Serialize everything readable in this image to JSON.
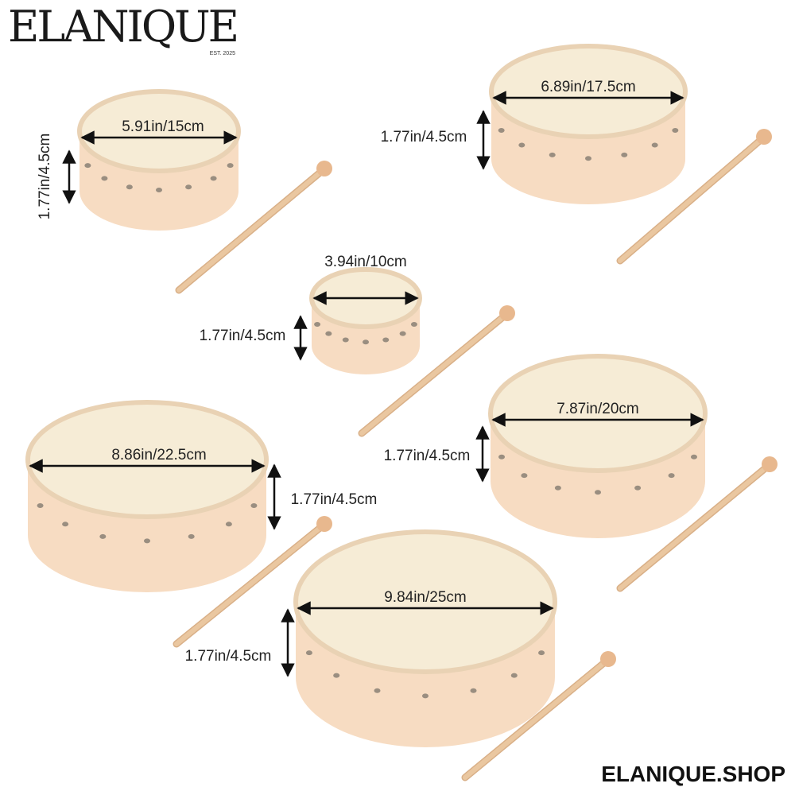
{
  "brand": {
    "logo": "ELANIQUE",
    "est": "EST. 2025",
    "shop": "ELANIQUE.SHOP"
  },
  "drums": [
    {
      "diameter": "5.91in/15cm",
      "height": "1.77in/4.5cm"
    },
    {
      "diameter": "6.89in/17.5cm",
      "height": "1.77in/4.5cm"
    },
    {
      "diameter": "3.94in/10cm",
      "height": "1.77in/4.5cm"
    },
    {
      "diameter": "8.86in/22.5cm",
      "height": "1.77in/4.5cm"
    },
    {
      "diameter": "7.87in/20cm",
      "height": "1.77in/4.5cm"
    },
    {
      "diameter": "9.84in/25cm",
      "height": "1.77in/4.5cm"
    }
  ],
  "colors": {
    "face": "#f6ecd6",
    "side": "#f7dcc2",
    "rim": "#e9d2b4",
    "stick": "#eac7a0"
  }
}
